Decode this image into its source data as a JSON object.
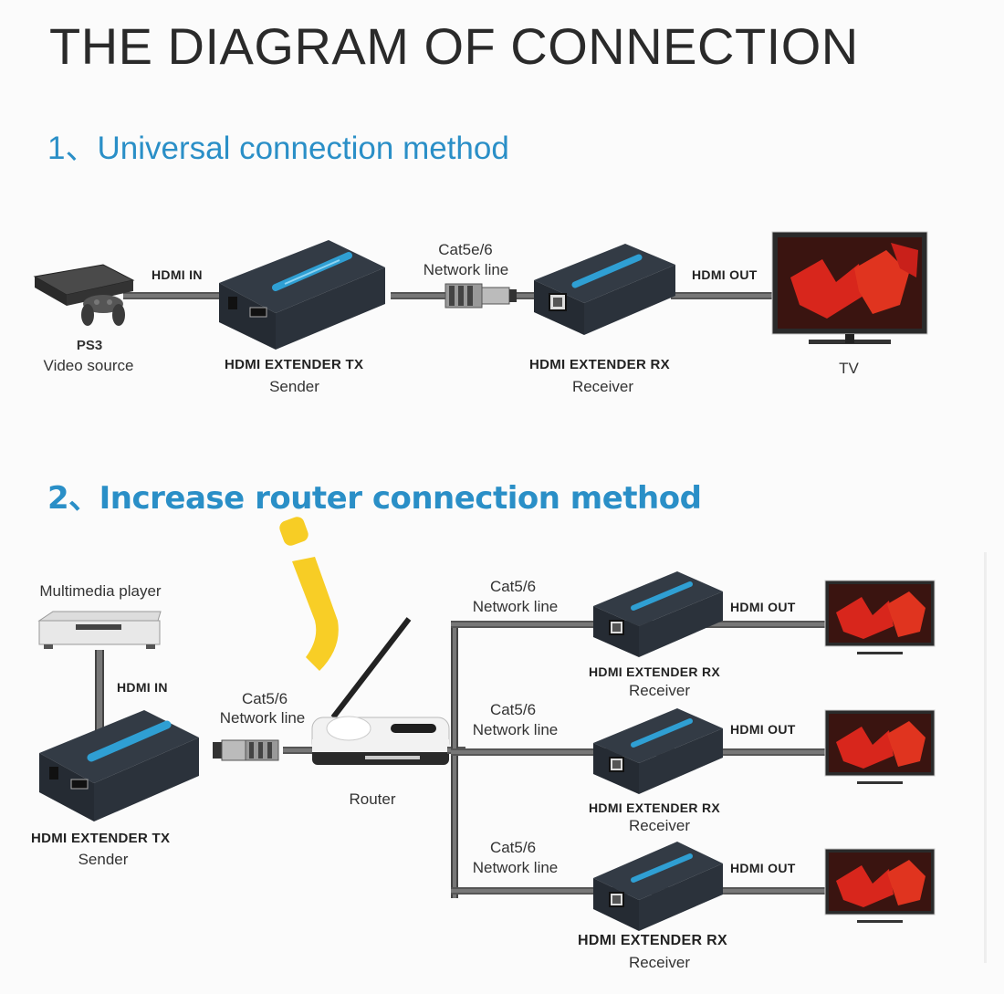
{
  "header": {
    "title": "THE DIAGRAM OF CONNECTION"
  },
  "section1": {
    "title": "1、Universal connection method",
    "source": {
      "name": "PS3",
      "role": "Video source"
    },
    "hdmi_in_label": "HDMI IN",
    "sender": {
      "name": "HDMI EXTENDER TX",
      "role": "Sender"
    },
    "network_line": {
      "type": "Cat5e/6",
      "label": "Network line"
    },
    "receiver": {
      "name": "HDMI EXTENDER RX",
      "role": "Receiver"
    },
    "hdmi_out_label": "HDMI OUT",
    "display": {
      "name": "TV"
    }
  },
  "section2": {
    "title": "2、Increase router connection method",
    "source": {
      "name": "Multimedia player"
    },
    "hdmi_in_label": "HDMI IN",
    "sender": {
      "name": "HDMI EXTENDER TX",
      "role": "Sender"
    },
    "network_line": {
      "type": "Cat5/6",
      "label": "Network line"
    },
    "router": {
      "name": "Router"
    },
    "branches": [
      {
        "network_type": "Cat5/6",
        "network_label": "Network line",
        "receiver_name": "HDMI EXTENDER RX",
        "receiver_role": "Receiver",
        "hdmi_out_label": "HDMI OUT"
      },
      {
        "network_type": "Cat5/6",
        "network_label": "Network line",
        "receiver_name": "HDMI EXTENDER RX",
        "receiver_role": "Receiver",
        "hdmi_out_label": "HDMI OUT"
      },
      {
        "network_type": "Cat5/6",
        "network_label": "Network line",
        "receiver_name": "HDMI EXTENDER RX",
        "receiver_role": "Receiver",
        "hdmi_out_label": "HDMI OUT"
      }
    ]
  },
  "colors": {
    "heading_blue": "#2a8fc7",
    "device_body": "#2b323b",
    "device_stripe": "#2f9fd3",
    "tv_screen_red": "#d8261c",
    "watermark_yellow": "#f7c600"
  }
}
